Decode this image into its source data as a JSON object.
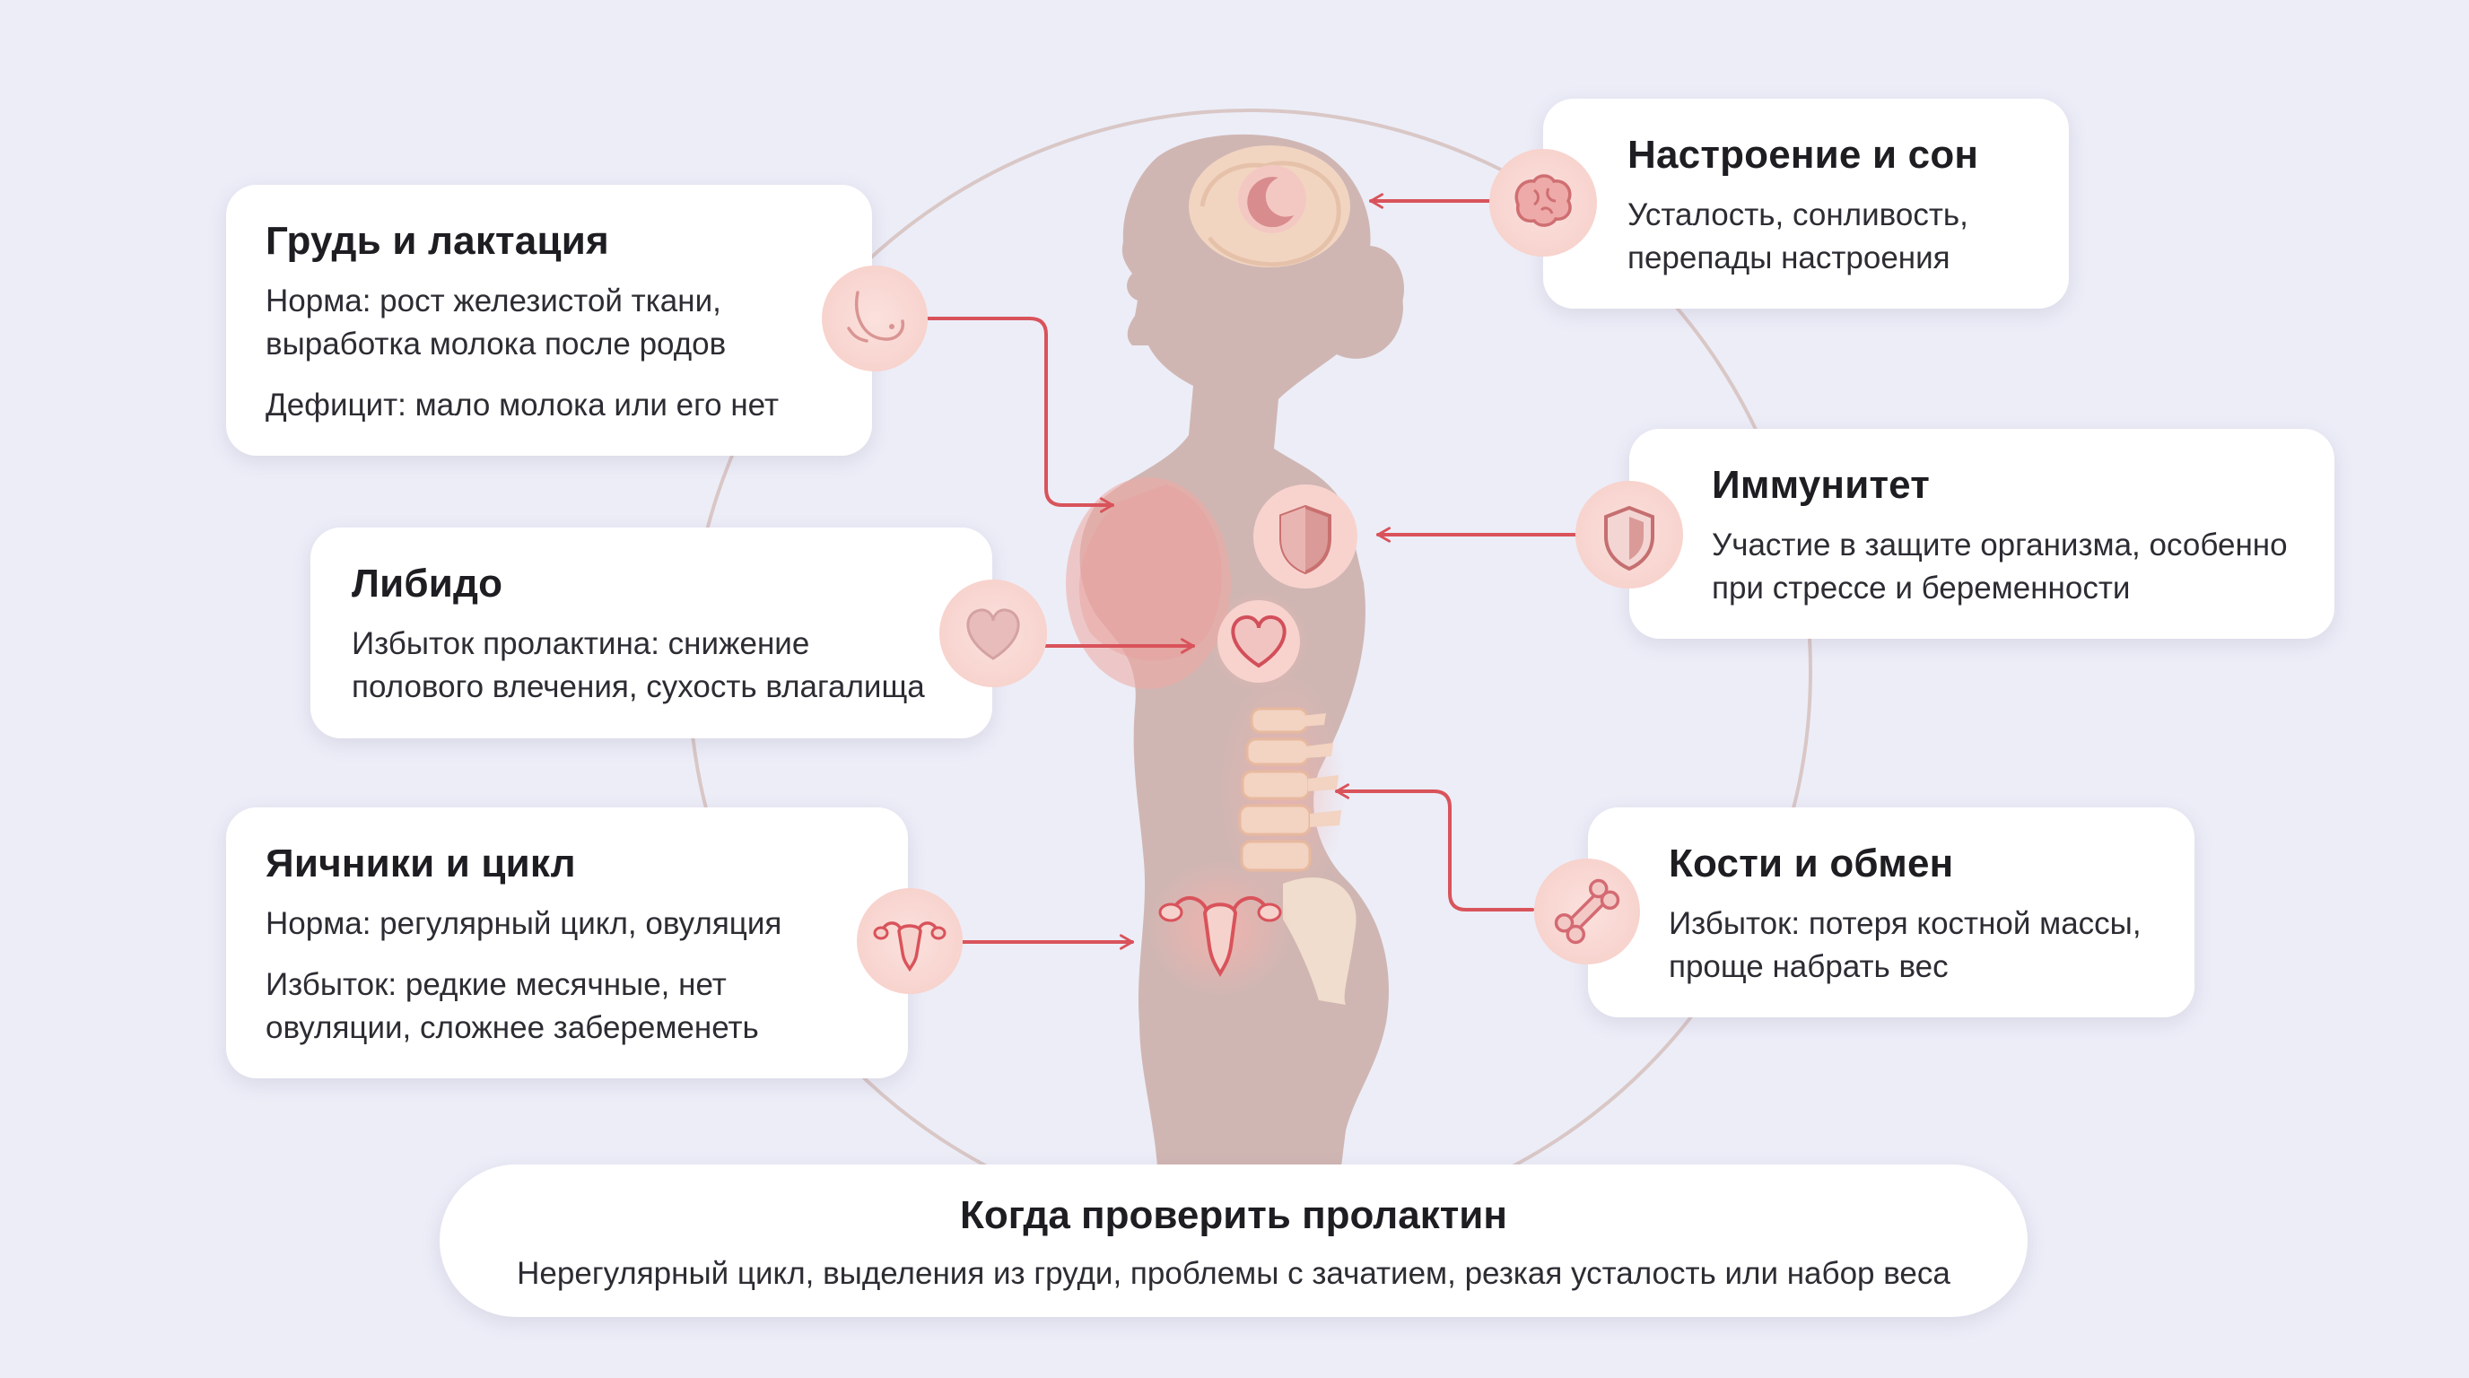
{
  "cards": {
    "breast": {
      "title": "Грудь и лактация",
      "line1": "Норма: рост железистой ткани,",
      "line2": "выработка молока после родов",
      "line3": "Дефицит: мало молока или его нет"
    },
    "libido": {
      "title": "Либидо",
      "line1": "Избыток пролактина: снижение",
      "line2": "полового влечения, сухость влагалища"
    },
    "ovaries": {
      "title": "Яичники и цикл",
      "line1": "Норма: регулярный цикл, овуляция",
      "line2": "Избыток: редкие месячные, нет",
      "line3": "овуляции, сложнее забеременеть"
    },
    "mood": {
      "title": "Настроение и сон",
      "line1": "Усталость, сонливость,",
      "line2": "перепады настроения"
    },
    "immunity": {
      "title": "Иммунитет",
      "line1": "Участие в защите организма, особенно",
      "line2": "при стрессе и беременности"
    },
    "bones": {
      "title": "Кости и обмен",
      "line1": "Избыток: потеря костной массы,",
      "line2": "проще набрать вес"
    }
  },
  "bottom": {
    "title": "Когда проверить пролактин",
    "text": "Нерегулярный цикл, выделения из груди, проблемы с зачатием, резкая усталость или набор веса"
  },
  "icons": {
    "breast": "breast-icon",
    "libido": "heart-icon",
    "ovaries": "uterus-icon",
    "mood": "brain-icon",
    "immunity": "shield-icon",
    "bones": "bone-icon",
    "body_brain": "crescent-moon-icon",
    "body_shield": "shield-icon",
    "body_heart": "heart-icon",
    "body_uterus": "uterus-icon",
    "body_spine": "spine-icon"
  },
  "colors": {
    "background": "#ecedf7",
    "arrow": "#d9535b",
    "silhouette": "#c9aaa3",
    "icon_bg": "#f8d3ce",
    "card": "#ffffff"
  }
}
